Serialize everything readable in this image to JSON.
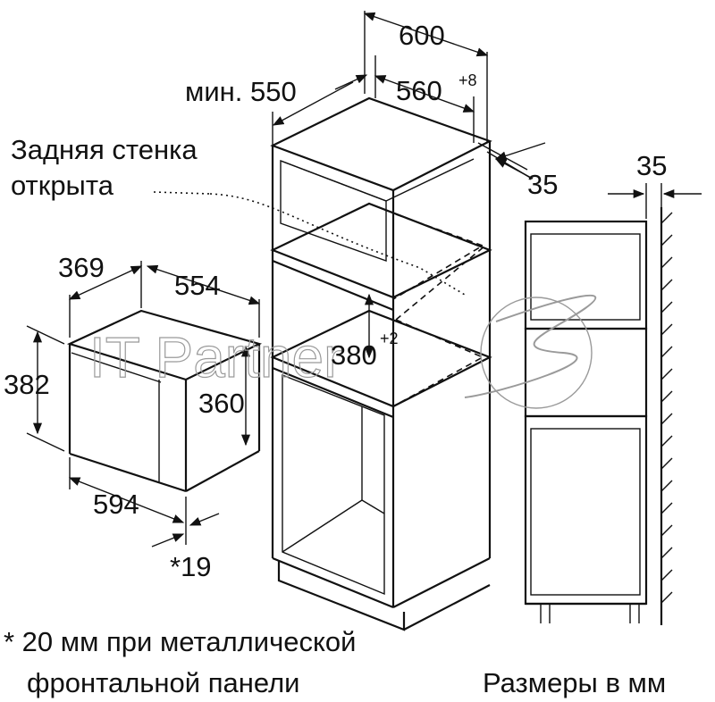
{
  "diagram": {
    "top_width": "600",
    "min_width_label": "мин. 550",
    "inner_width": "560",
    "inner_width_tol": "+8",
    "rear_gap": "35",
    "side_gap": "35",
    "rear_wall_label_line1": "Задняя стенка",
    "rear_wall_label_line2": "открыта",
    "oven_depth": "369",
    "oven_inner_width": "554",
    "oven_height": "382",
    "oven_inner_height": "360",
    "oven_width": "594",
    "front_offset": "*19",
    "niche_height": "380",
    "niche_height_tol": "+2",
    "footnote_line1": "* 20 мм при металлической",
    "footnote_line2": "фронтальной панели",
    "units_note": "Размеры в мм",
    "watermark": "IT Partner"
  },
  "colors": {
    "line": "#111111",
    "watermark": "#9a9a9a",
    "background": "#ffffff"
  },
  "icons": [
    "watermark-logo-icon",
    "dimension-arrow-icon"
  ]
}
